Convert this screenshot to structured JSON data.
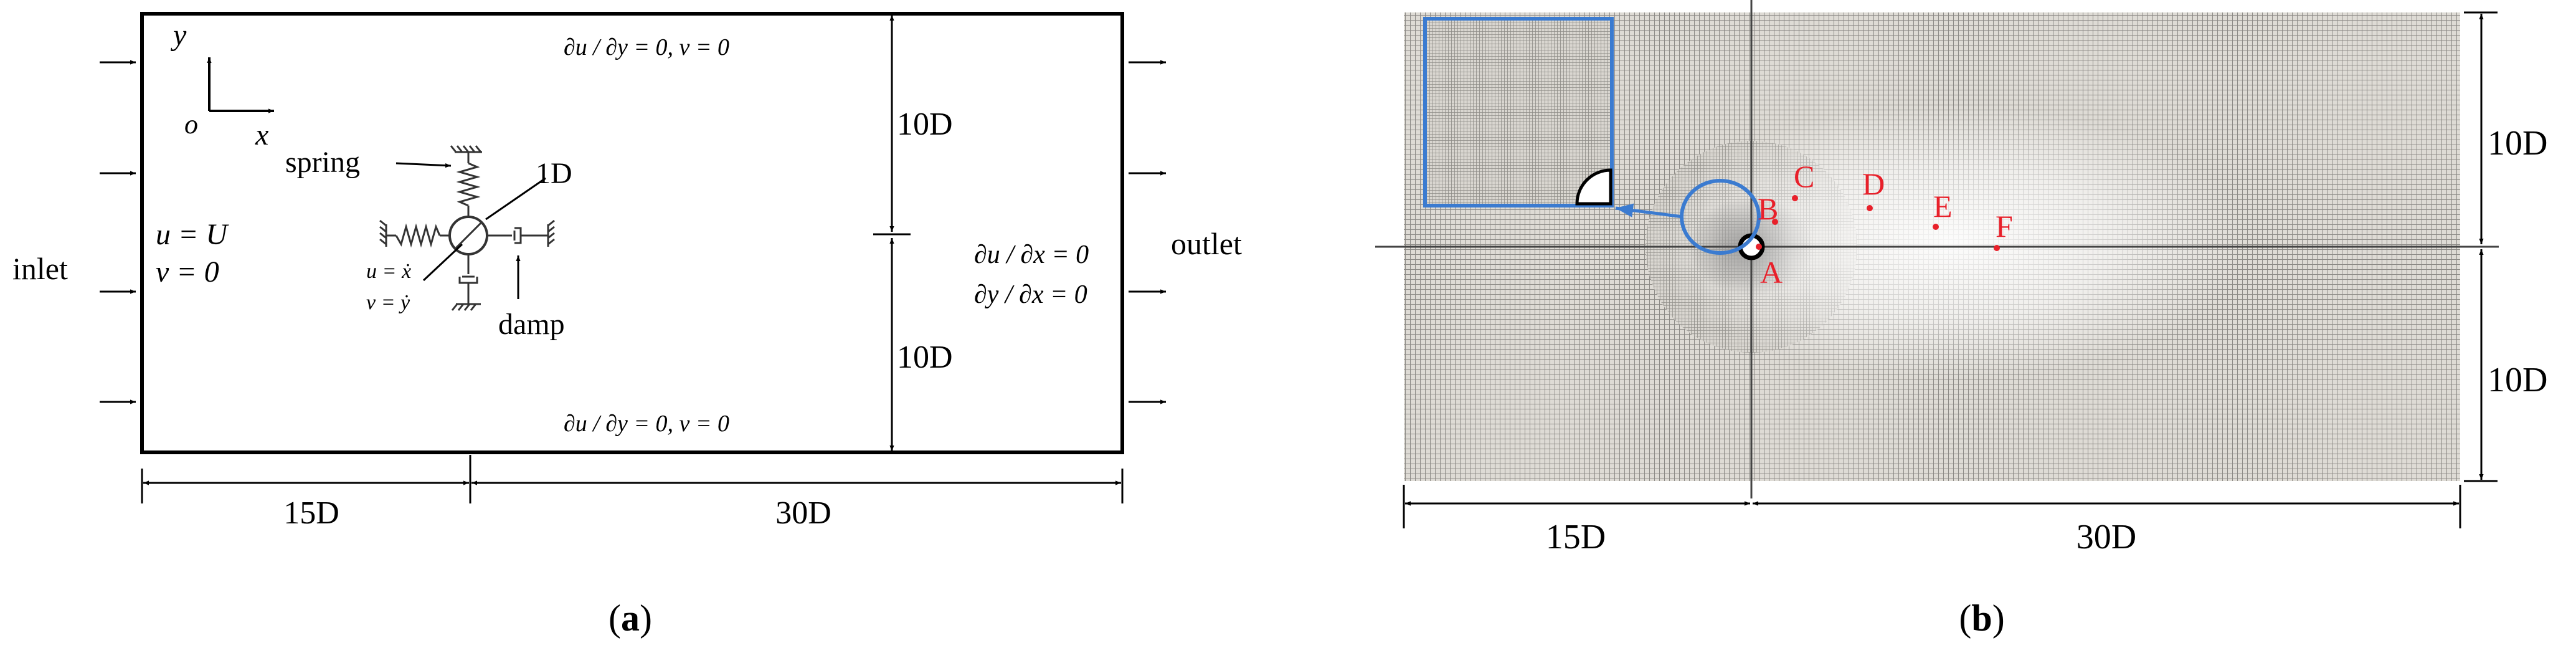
{
  "panel_a": {
    "caption_letter": "a",
    "inlet_label": "inlet",
    "outlet_label": "outlet",
    "inlet_condition": {
      "u": "u = U",
      "v": "v = 0"
    },
    "top_condition": "∂u / ∂y = 0,  v = 0",
    "bottom_condition": "∂u / ∂y = 0,  v = 0",
    "outlet_condition": {
      "line1": "∂u / ∂x = 0",
      "line2": "∂y / ∂x = 0"
    },
    "axis_labels": {
      "y": "y",
      "x": "x",
      "origin": "o"
    },
    "spring_label": "spring",
    "damp_label": "damp",
    "diameter_label": "1D",
    "velocity_conditions": {
      "u": "u = ẋ",
      "v": "v = ẏ"
    },
    "dims": {
      "upstream": "15D",
      "downstream": "30D",
      "upper_half": "10D",
      "lower_half": "10D"
    }
  },
  "panel_b": {
    "caption_letter": "b",
    "points": [
      "A",
      "B",
      "C",
      "D",
      "E",
      "F"
    ],
    "point_color": "#e8202a",
    "inset_color": "#3b7bd0",
    "dims": {
      "upstream": "15D",
      "downstream": "30D",
      "upper_half": "10D",
      "lower_half": "10D"
    }
  }
}
